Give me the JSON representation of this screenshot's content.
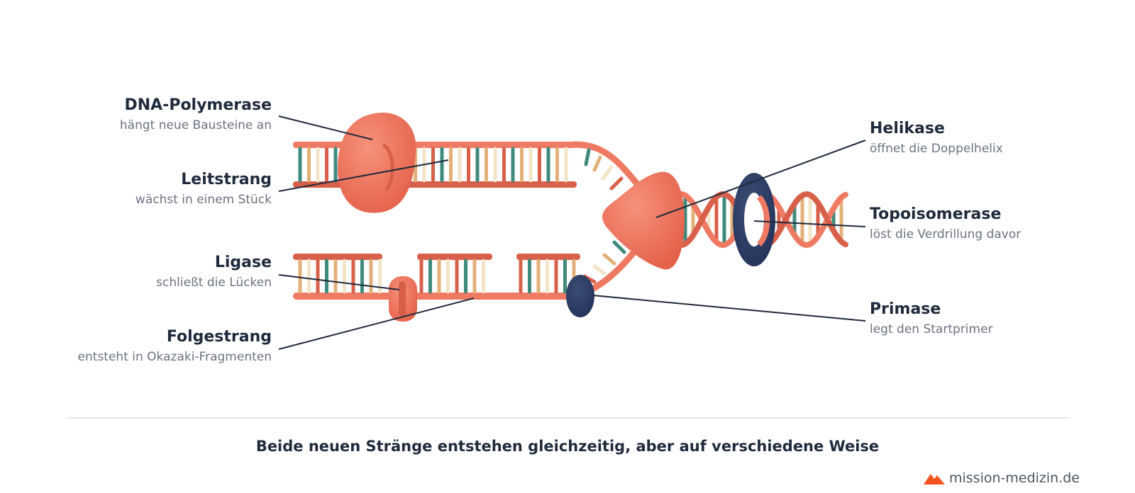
{
  "labels": {
    "dna_polymerase": {
      "title": "DNA-Polymerase",
      "sub": "hängt neue Bausteine an"
    },
    "leitstrang": {
      "title": "Leitstrang",
      "sub": "wächst in einem Stück"
    },
    "ligase": {
      "title": "Ligase",
      "sub": "schließt die Lücken"
    },
    "folgestrang": {
      "title": "Folgestrang",
      "sub": "entsteht in Okazaki-Fragmenten"
    },
    "helikase": {
      "title": "Helikase",
      "sub": "öffnet die Doppelhelix"
    },
    "topoisomerase": {
      "title": "Topoisomerase",
      "sub": "löst die Verdrillung davor"
    },
    "primase": {
      "title": "Primase",
      "sub": "legt den Startprimer"
    }
  },
  "caption": "Beide neuen Stränge entstehen gleichzeitig, aber auf verschiedene Weise",
  "brand": "mission-medizin.de",
  "colors": {
    "strand": "#ef7a63",
    "strand_dark": "#d8604a",
    "enzyme": "#f0745c",
    "enzyme_dark": "#2f3f63",
    "base_teal": "#3f8a7c",
    "base_tan": "#e3b07a",
    "base_cream": "#f3e4c8",
    "text": "#1f2a3c",
    "muted": "#6b7280",
    "logo": "#f4511e"
  }
}
